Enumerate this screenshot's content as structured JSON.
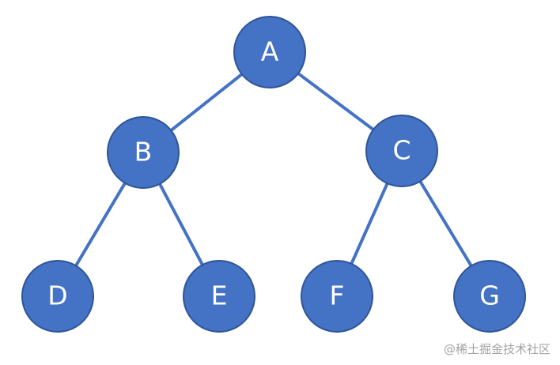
{
  "diagram": {
    "type": "binary-tree",
    "nodes": [
      {
        "id": "A",
        "label": "A"
      },
      {
        "id": "B",
        "label": "B"
      },
      {
        "id": "C",
        "label": "C"
      },
      {
        "id": "D",
        "label": "D"
      },
      {
        "id": "E",
        "label": "E"
      },
      {
        "id": "F",
        "label": "F"
      },
      {
        "id": "G",
        "label": "G"
      }
    ],
    "edges": [
      {
        "from": "A",
        "to": "B"
      },
      {
        "from": "A",
        "to": "C"
      },
      {
        "from": "B",
        "to": "D"
      },
      {
        "from": "B",
        "to": "E"
      },
      {
        "from": "C",
        "to": "F"
      },
      {
        "from": "C",
        "to": "G"
      }
    ]
  },
  "colors": {
    "node_fill": "#4472C4",
    "node_stroke": "#2F5597",
    "edge": "#4472C4",
    "label": "#ffffff"
  },
  "watermark": "@稀土掘金技术社区"
}
